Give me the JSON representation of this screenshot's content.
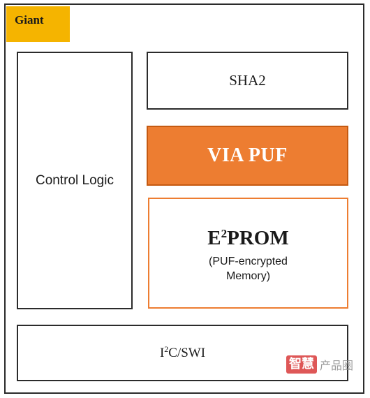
{
  "badge": {
    "label": "Giant",
    "color": "#f5b400"
  },
  "blocks": {
    "control_logic": "Control Logic",
    "sha2": "SHA2",
    "via_puf": "VIA PUF",
    "eeprom": {
      "title_prefix": "E",
      "title_sup": "2",
      "title_rest": "PROM",
      "subtitle": "(PUF-encrypted Memory)"
    },
    "i2c": {
      "prefix": "I",
      "sup": "2",
      "rest": "C/SWI"
    }
  },
  "colors": {
    "accent_orange": "#ed7d31",
    "badge_yellow": "#f5b400",
    "border": "#2b2b2b"
  },
  "watermark": {
    "mark": "智慧",
    "text": "产品圈"
  }
}
